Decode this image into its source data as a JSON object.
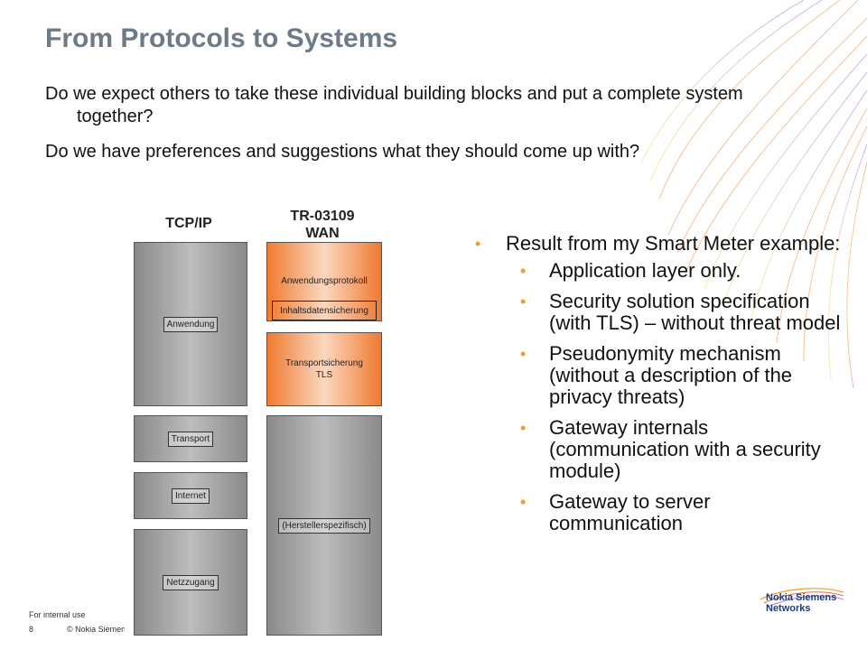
{
  "title": "From Protocols to Systems",
  "questions": [
    "Do we expect others to take these individual building blocks and put a complete system together?",
    "Do we have preferences and suggestions what they should come up with?"
  ],
  "diagram": {
    "left_column_title": "TCP/IP",
    "right_column_title_line1": "TR-03109",
    "right_column_title_line2": "WAN",
    "left_layers": [
      "Anwendung",
      "Transport",
      "Internet",
      "Netzzugang"
    ],
    "right_layers": {
      "app_protocol": "Anwendungsprotokoll",
      "content_security": "Inhaltsdatensicherung",
      "transport_security_line1": "Transportsicherung",
      "transport_security_line2": "TLS",
      "vendor_specific": "(Herstellerspezifisch)"
    },
    "colors": {
      "orange": "#ef7a30",
      "gray": "#8a8a8a"
    }
  },
  "bullets": {
    "main": "Result from my Smart Meter example:",
    "sub": [
      "Application layer only.",
      "Security solution specification (with TLS) – without threat model",
      "Pseudonymity mechanism (without a description of the privacy threats)",
      "Gateway internals (communication with a security module)",
      "Gateway to server communication"
    ],
    "bullet_color": "#f39c2c"
  },
  "footer": {
    "classification": "For internal use",
    "page_number": "8",
    "copyright": "© Nokia Siemens Networks"
  },
  "brand": {
    "line1": "Nokia Siemens",
    "line2": "Networks",
    "color": "#1a3c7a"
  }
}
